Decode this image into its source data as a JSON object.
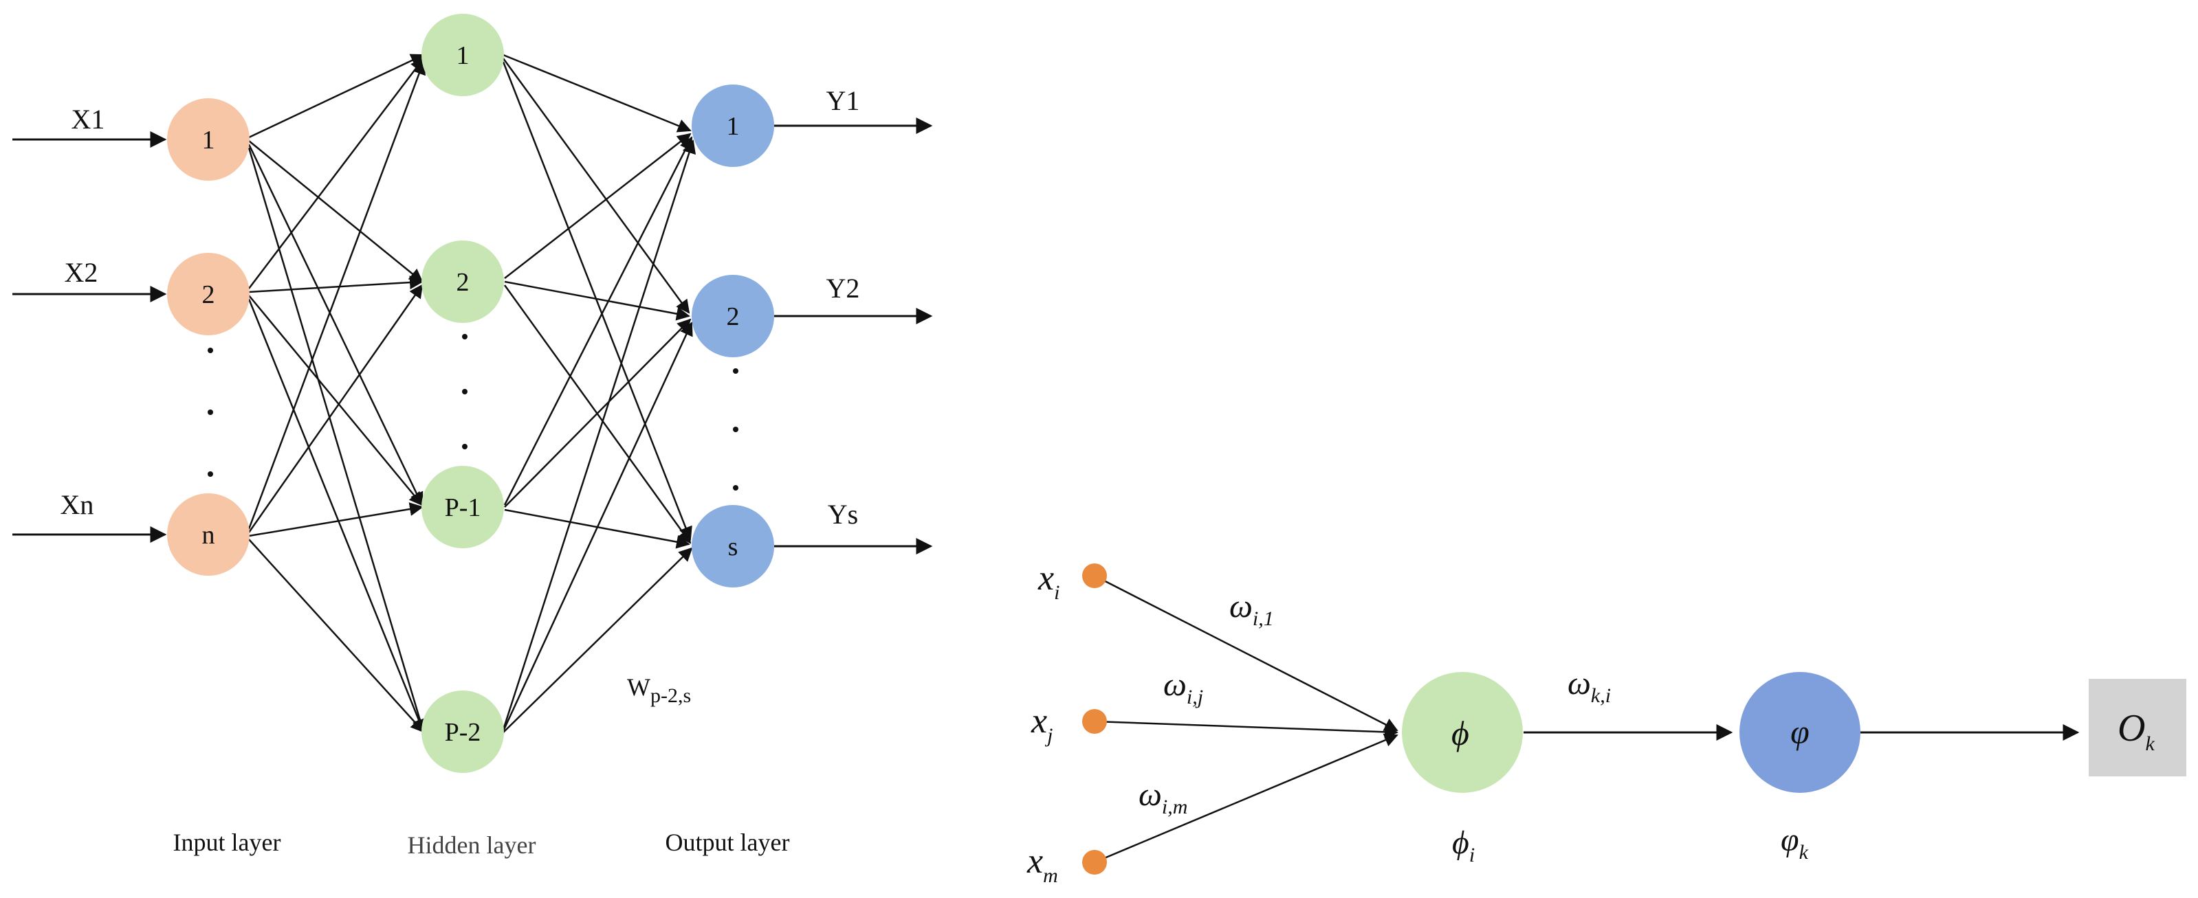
{
  "network": {
    "inputs": [
      {
        "label": "X1",
        "node": "1"
      },
      {
        "label": "X2",
        "node": "2"
      },
      {
        "label": "Xn",
        "node": "n"
      }
    ],
    "hidden": [
      "1",
      "2",
      "P-1",
      "P-2"
    ],
    "outputs": [
      {
        "label": "Y1",
        "node": "1"
      },
      {
        "label": "Y2",
        "node": "2"
      },
      {
        "label": "Ys",
        "node": "s"
      }
    ],
    "weight_label": {
      "main": "W",
      "sub": "p-2,s"
    },
    "captions": {
      "input": "Input layer",
      "hidden": "Hidden layer",
      "output": "Output layer"
    }
  },
  "neuron": {
    "inputs": [
      {
        "var": "x",
        "sub": "i",
        "weight": "ω",
        "weight_sub": "i,1"
      },
      {
        "var": "x",
        "sub": "j",
        "weight": "ω",
        "weight_sub": "i,j"
      },
      {
        "var": "x",
        "sub": "m",
        "weight": "ω",
        "weight_sub": "i,m"
      }
    ],
    "hidden_symbol": "ϕ",
    "hidden_caption": {
      "main": "ϕ",
      "sub": "i"
    },
    "out_weight": {
      "main": "ω",
      "sub": "k,i"
    },
    "output_symbol": "φ",
    "output_caption": {
      "main": "φ",
      "sub": "k"
    },
    "result": {
      "main": "O",
      "sub": "k"
    }
  },
  "colors": {
    "input_node": "#f7c6a6",
    "hidden_node": "#c8e6b4",
    "output_node": "#8aaee0",
    "input_dot": "#ea8a3c",
    "phi_node": "#c8e6b4",
    "varphi_node": "#7f9fdc",
    "result_box": "#d3d3d3"
  }
}
